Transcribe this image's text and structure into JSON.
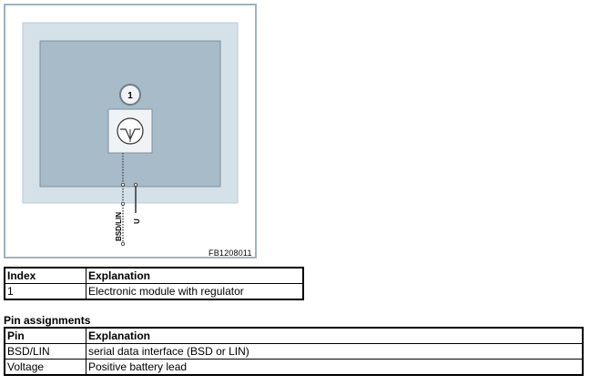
{
  "diagram": {
    "figure_id": "FB1208011",
    "callout_number": "1",
    "pin_labels": [
      "BSD/LIN",
      "U"
    ]
  },
  "index_table": {
    "headers": [
      "Index",
      "Explanation"
    ],
    "rows": [
      [
        "1",
        "Electronic module with regulator"
      ]
    ]
  },
  "pin_section": {
    "title": "Pin assignments",
    "headers": [
      "Pin",
      "Explanation"
    ],
    "rows": [
      [
        "BSD/LIN",
        "serial data interface (BSD or LIN)"
      ],
      [
        "Voltage",
        "Positive battery lead"
      ]
    ]
  },
  "colors": {
    "outer_panel": "#d4e1e9",
    "inner_panel": "#a7bbc8",
    "frame_border": "#9fb2c0"
  }
}
